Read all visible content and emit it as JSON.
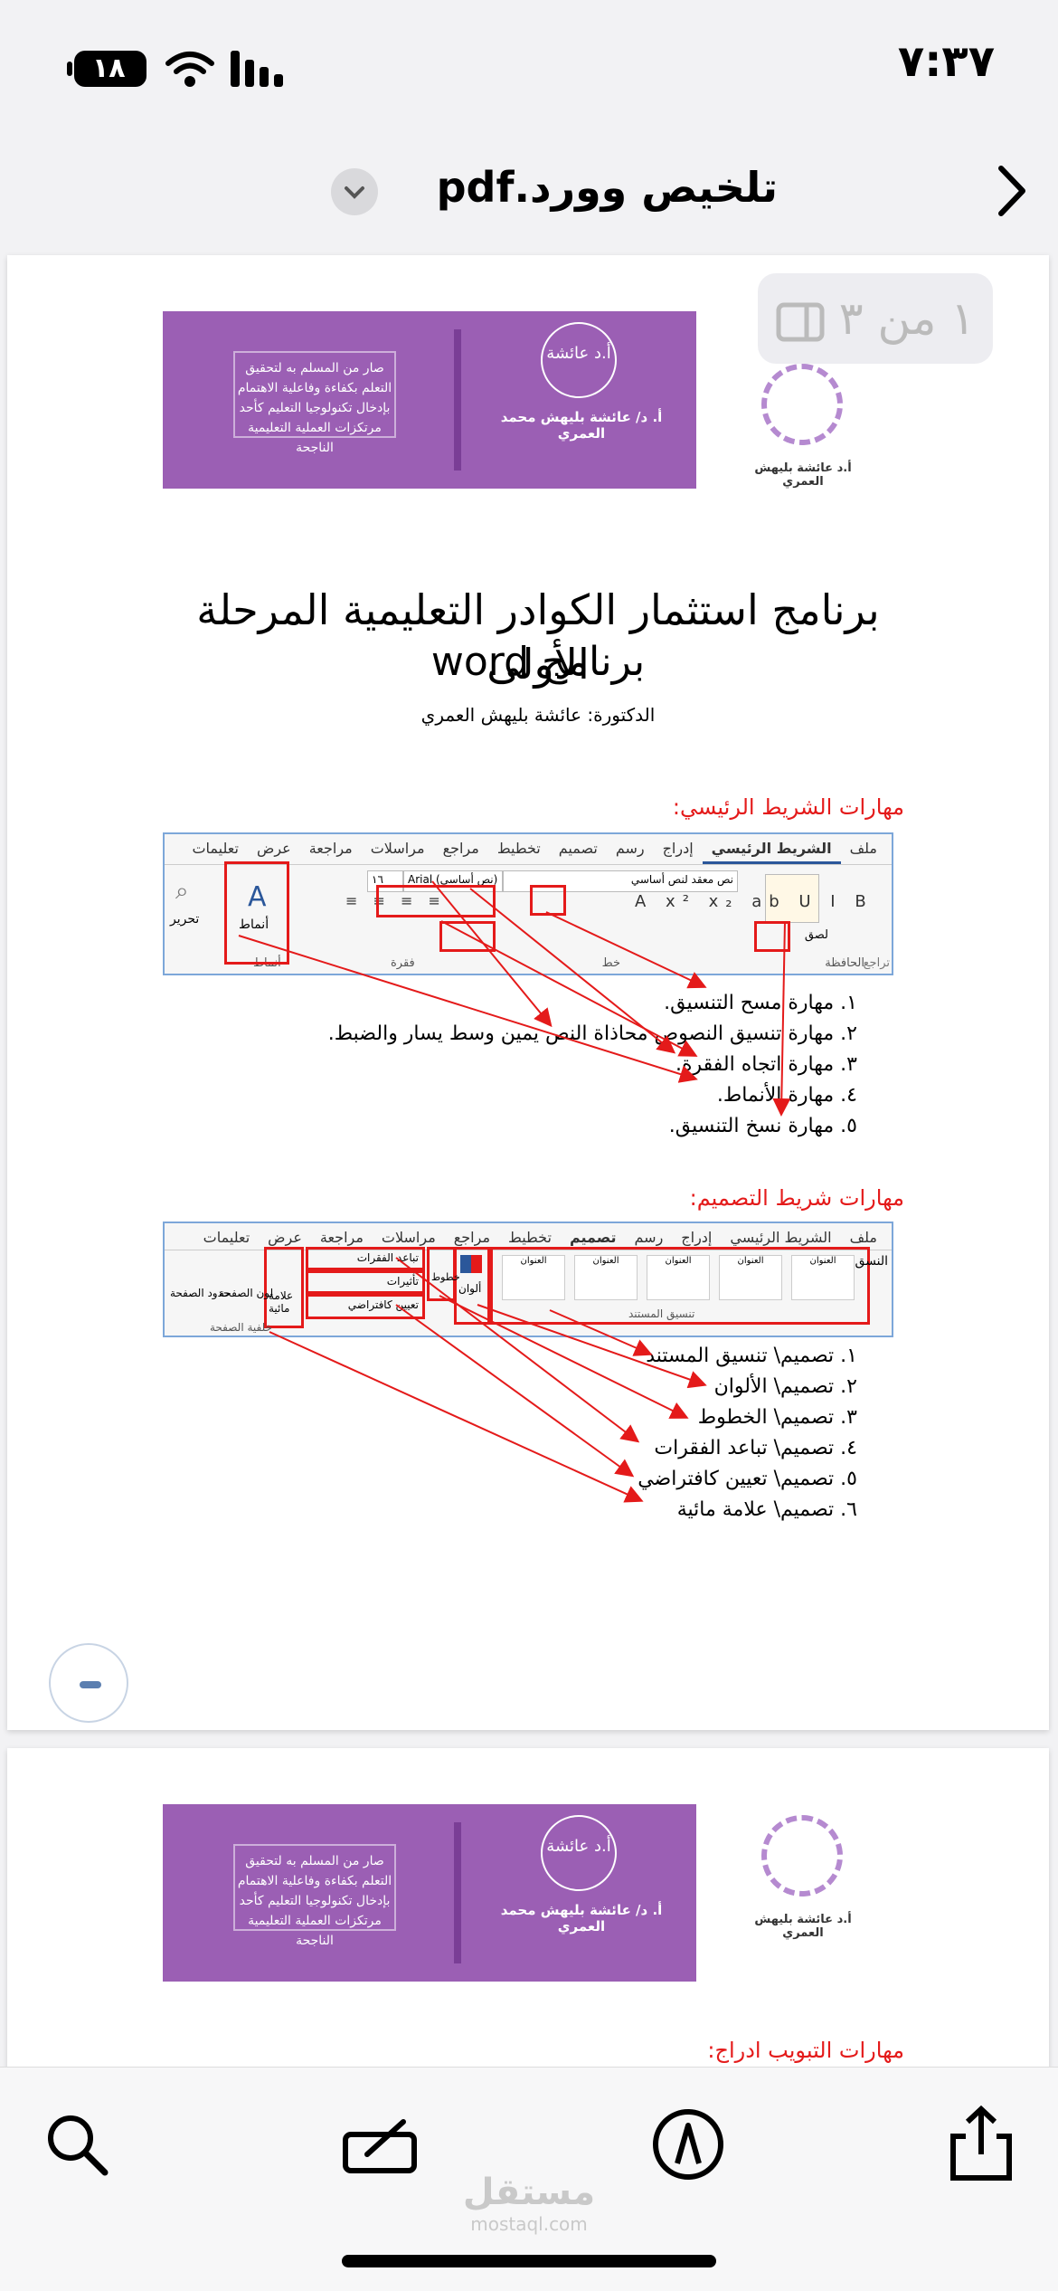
{
  "status": {
    "time": "٧:٣٧",
    "battery": "١٨"
  },
  "nav": {
    "title": "تلخيص وورد.pdf"
  },
  "page_badge": "١ من ٣",
  "banner": {
    "quote": "صار من المسلم به لتحقيق التعلم بكفاءة وفاعلية الاهتمام بإدخال تكنولوجيا التعليم كأحد مرتكزات العملية التعليمية الناجحة",
    "seal": "أ.د عائشة",
    "name": "أ. د/ عائشة بليهش محمد العمري"
  },
  "logo": {
    "name": "أ.د عائشة بليهش العمري"
  },
  "document": {
    "title": "برنامج استثمار الكوادر التعليمية المرحلة الأولى",
    "subtitle": "برنامج word",
    "author": "الدكتورة: عائشة بليهش العمري"
  },
  "section1": {
    "heading": "مهارات الشريط الرئيسي:",
    "tabs": [
      "ملف",
      "الشريط الرئيسي",
      "إدراج",
      "رسم",
      "تصميم",
      "تخطيط",
      "مراجع",
      "مراسلات",
      "مراجعة",
      "عرض",
      "تعليمات"
    ],
    "groups": {
      "clipboard": "الحافظة",
      "font": "خط",
      "paragraph": "فقرة",
      "styles": "أنماط",
      "undo": "تراجع",
      "edit": "تحرير",
      "paste": "لصق",
      "font_name": "Arial (نص أساسي)",
      "font_style": "نص معقد لنص أساسي",
      "font_size": "١٦"
    },
    "items": [
      "١. مهارة مسح التنسيق.",
      "٢. مهارة تنسيق النصوص محاذاة النص يمين وسط يسار والضبط.",
      "٣. مهارة اتجاه الفقرة.",
      "٤. مهارة الأنماط.",
      "٥. مهارة نسخ التنسيق."
    ]
  },
  "section2": {
    "heading": "مهارات شريط التصميم:",
    "tabs": [
      "ملف",
      "الشريط الرئيسي",
      "إدراج",
      "رسم",
      "تصميم",
      "تخطيط",
      "مراجع",
      "مراسلات",
      "مراجعة",
      "عرض",
      "تعليمات"
    ],
    "groups": {
      "doc_format": "تنسيق المستند",
      "page_bg": "خلفية الصفحة",
      "colors": "ألوان",
      "fonts": "خطوط",
      "spacing": "تباعد الفقرات",
      "effects": "تأثيرات",
      "default": "تعيين كافتراضي",
      "watermark": "علامة مائية",
      "page_color": "لون الصفحة",
      "borders": "حدود الصفحة",
      "themes": "النسق",
      "heading": "العنوان"
    },
    "items": [
      "١. تصميم\\ تنسيق المستند",
      "٢. تصميم\\ الألوان",
      "٣. تصميم\\ الخطوط",
      "٤. تصميم\\ تباعد الفقرات",
      "٥. تصميم\\ تعيين كافتراضي",
      "٦. تصميم\\ علامة مائية"
    ]
  },
  "section3": {
    "heading": "مهارات التبويب ادراج:"
  },
  "watermark": {
    "brand": "مستقل",
    "domain": "mostaql.com"
  },
  "colors": {
    "accent_red": "#e41a1a",
    "banner_purple": "#9b5fb4"
  }
}
